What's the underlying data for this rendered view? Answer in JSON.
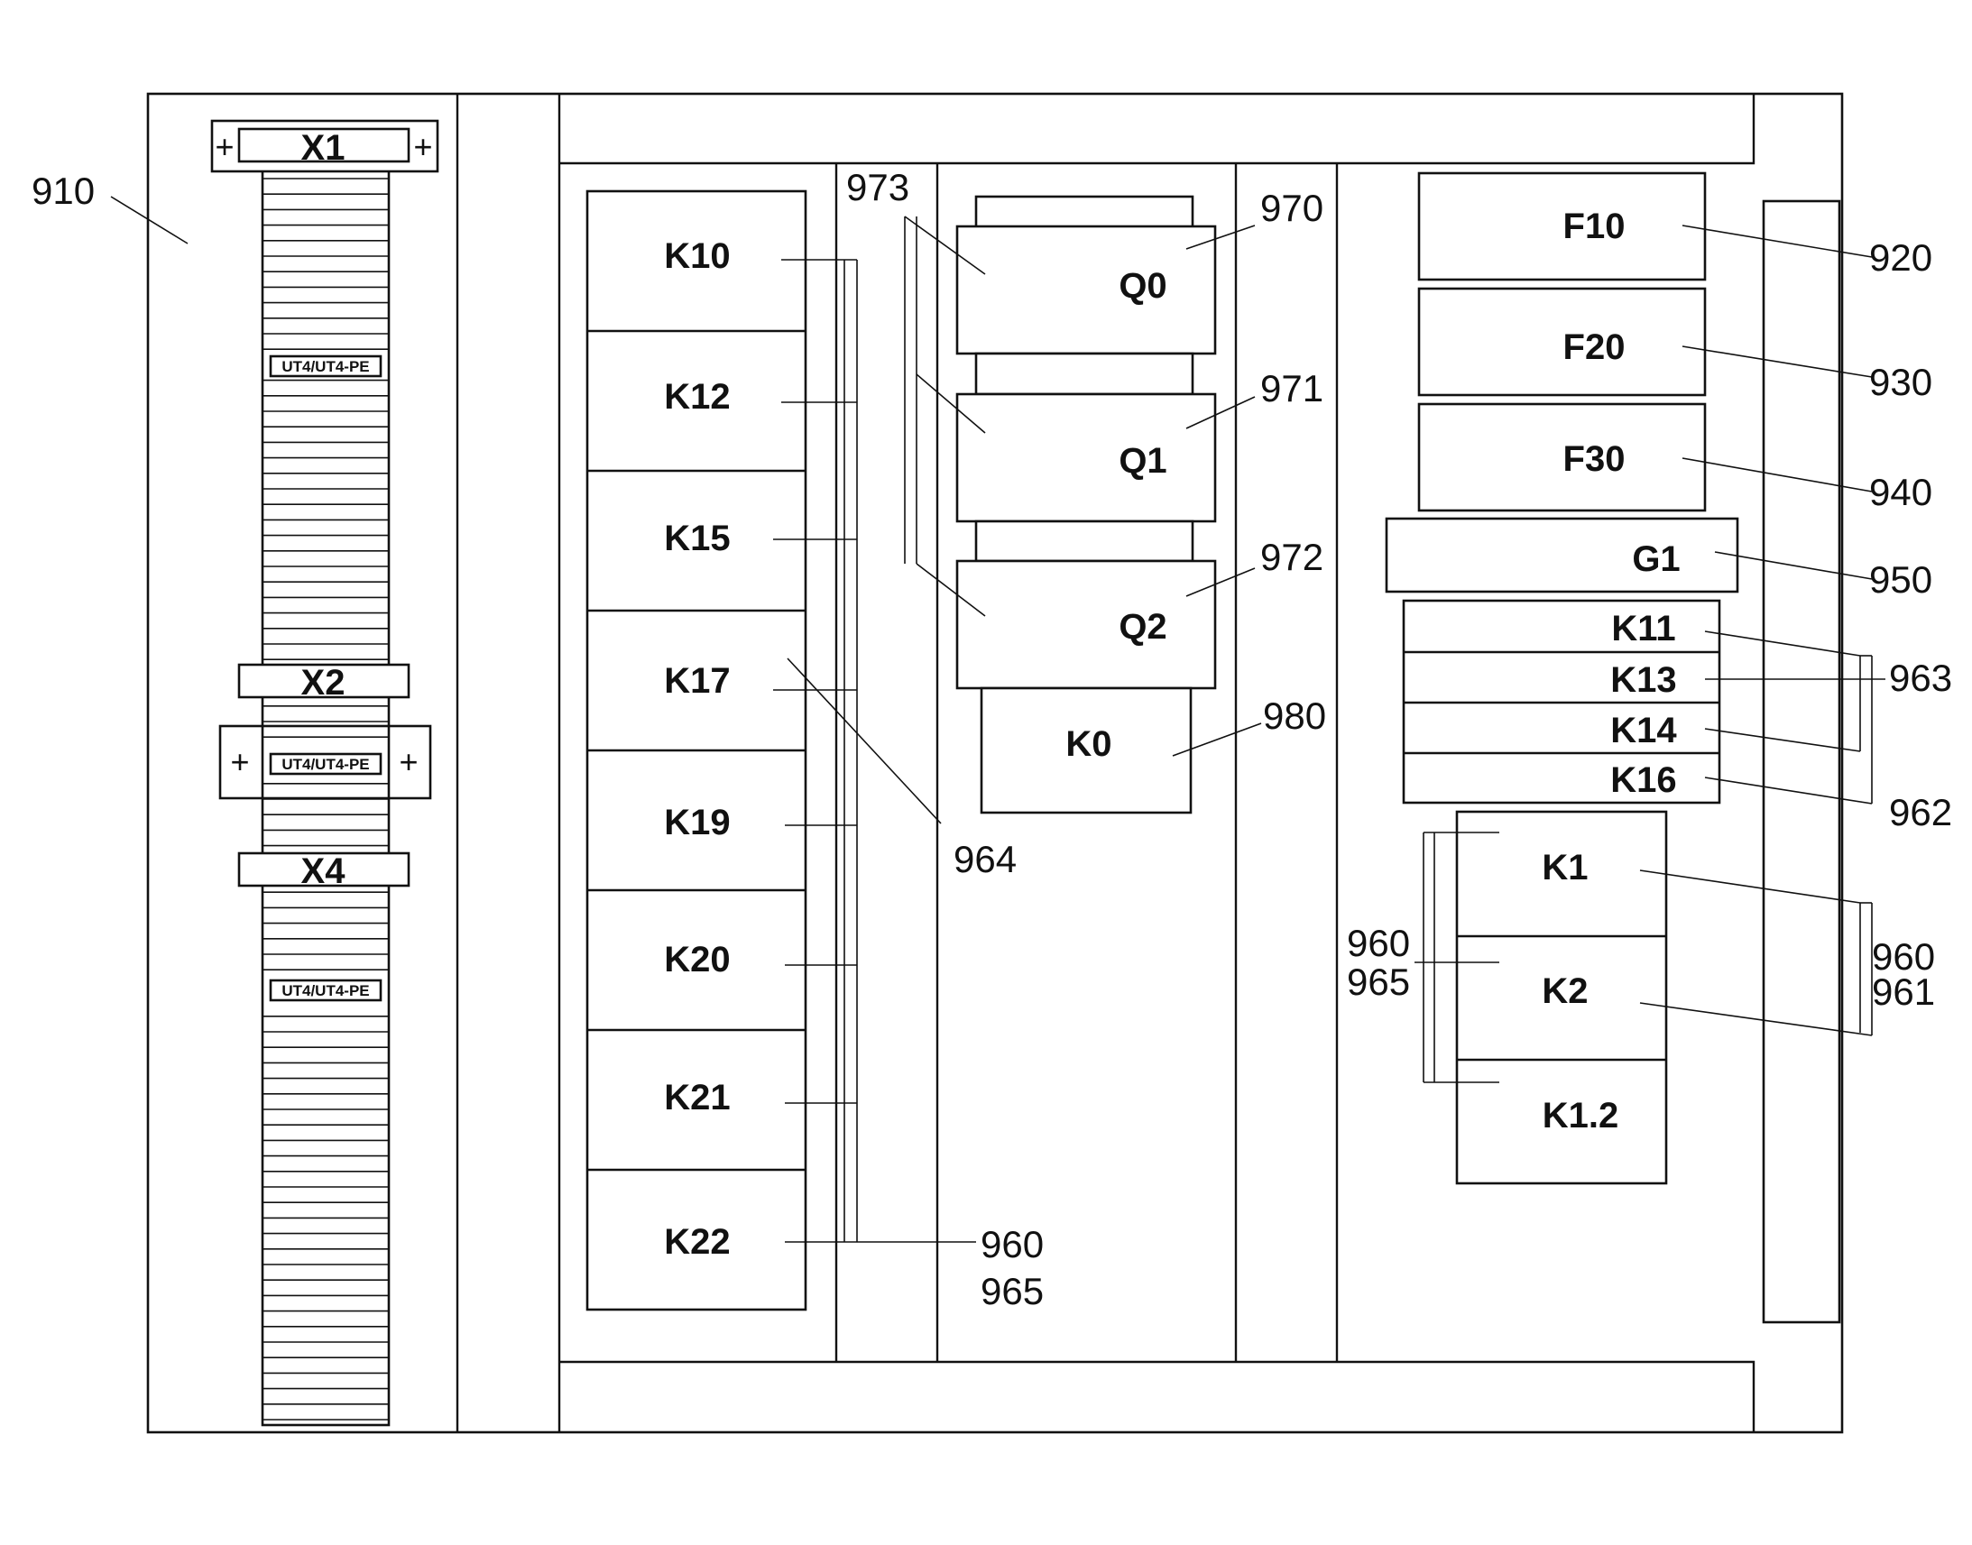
{
  "diagram": {
    "terminals": {
      "x1": "X1",
      "x2": "X2",
      "x4": "X4",
      "type_label_1": "UT4/UT4-PE",
      "type_label_2": "UT4/UT4-PE",
      "type_label_3": "UT4/UT4-PE",
      "plus": "+"
    },
    "relay_column": {
      "k10": "K10",
      "k12": "K12",
      "k15": "K15",
      "k17": "K17",
      "k19": "K19",
      "k20": "K20",
      "k21": "K21",
      "k22": "K22"
    },
    "breakers": {
      "q0": "Q0",
      "q1": "Q1",
      "q2": "Q2",
      "k0": "K0"
    },
    "fuses": {
      "f10": "F10",
      "f20": "F20",
      "f30": "F30",
      "g1": "G1"
    },
    "small_relays": {
      "k11": "K11",
      "k13": "K13",
      "k14": "K14",
      "k16": "K16"
    },
    "contactors": {
      "k1": "K1",
      "k2": "K2",
      "k1_2": "K1.2"
    },
    "references": {
      "r910": "910",
      "r920": "920",
      "r930": "930",
      "r940": "940",
      "r950": "950",
      "r963": "963",
      "r962": "962",
      "r960_right": "960",
      "r961": "961",
      "r960_mid": "960",
      "r965_mid": "965",
      "r973": "973",
      "r970": "970",
      "r971": "971",
      "r972": "972",
      "r980": "980",
      "r964": "964",
      "r960_bottom": "960",
      "r965_bottom": "965"
    }
  }
}
